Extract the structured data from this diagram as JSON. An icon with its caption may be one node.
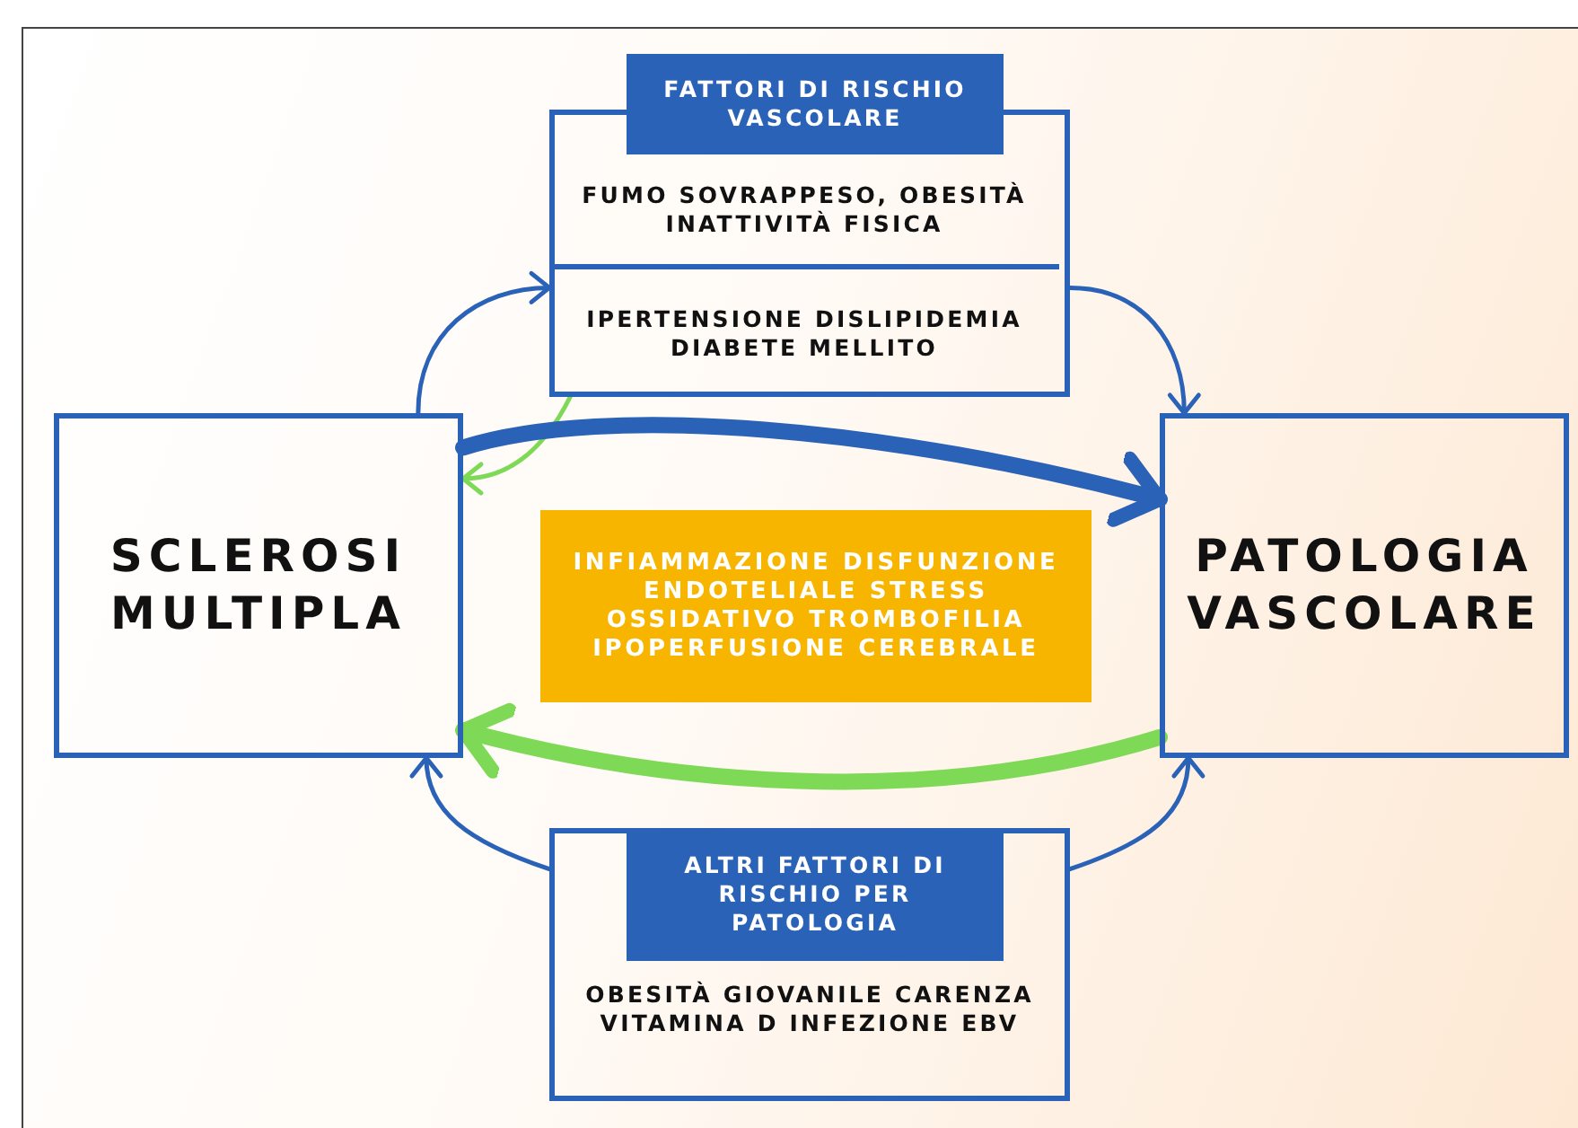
{
  "diagram": {
    "nodes": [
      {
        "text": [
          "FATTORI DI RISCHIO VASCOLARE"
        ]
      },
      {
        "text": [
          "FUMO SOVRAPPESO, OBESITÀ INATTIVITÀ FISICA"
        ],
        "in": 0
      },
      {
        "text": [
          "IPERTENSIONE DISLIPIDEMIA DIABETE MELLITO"
        ],
        "in": 0
      },
      {
        "text": [
          "SCLEROSI MULTIPLA"
        ]
      },
      {
        "text": [
          "INFIAMMAZIONE DISFUNZIONE ENDOTELIALE STRESS OSSIDATIVO TROMBOFILIA IPOPERFUSIONE CEREBRALE"
        ]
      },
      {
        "text": [
          "PATOLOGIA VASCOLARE"
        ]
      },
      {
        "text": [
          "ALTRI FATTORI DI RISCHIO PER PATOLOGIA",
          "OBESITÀ GIOVANILE CARENZA VITAMINA D INFEZIONE EBV"
        ]
      }
    ],
    "edges": [
      {
        "from": 3,
        "to": 0,
        "arrow": "to"
      },
      {
        "from": 0,
        "to": 5,
        "arrow": "to"
      },
      {
        "from": 0,
        "to": 3,
        "arrow": "to",
        "color": "#7ed957"
      },
      {
        "from": 3,
        "to": 5,
        "arrow": "to",
        "style": "thick"
      },
      {
        "from": 5,
        "to": 3,
        "arrow": "to",
        "style": "thick",
        "color": "#7ed957"
      },
      {
        "from": 6,
        "to": 3,
        "arrow": "to"
      },
      {
        "from": 6,
        "to": 5,
        "arrow": "to"
      }
    ]
  }
}
